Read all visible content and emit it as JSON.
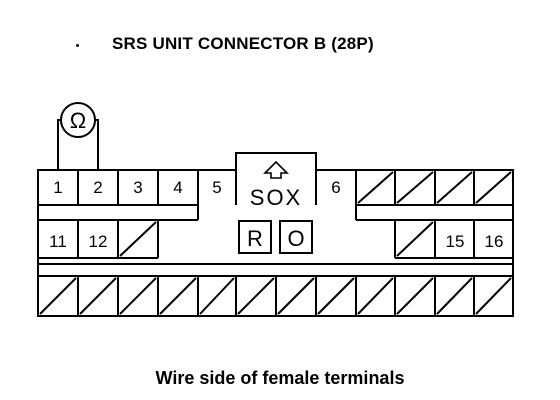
{
  "title": "SRS UNIT CONNECTOR B (28P)",
  "caption": "Wire side of female terminals",
  "connector": {
    "label": "SOX",
    "arrow_icon": "up-arrow-icon",
    "meter_icon": "ohm-icon",
    "meter_symbol": "Ω",
    "lock_tabs": [
      "R",
      "O"
    ],
    "row1_terminals": [
      "1",
      "2",
      "3",
      "4",
      "5",
      "6"
    ],
    "row2_terminals": [
      "11",
      "12",
      "15",
      "16"
    ]
  }
}
